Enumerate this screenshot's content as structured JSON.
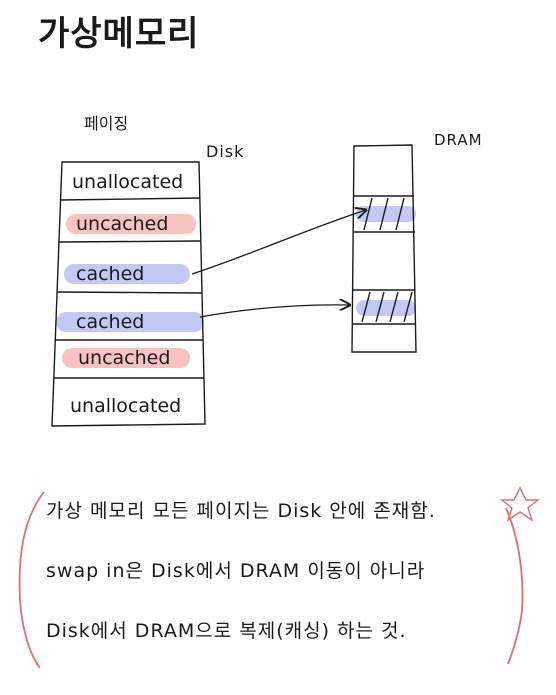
{
  "title": "가상메모리",
  "paging_label": "페이징",
  "disk": {
    "label": "Disk",
    "pages": [
      {
        "text": "unallocated",
        "highlight": "none"
      },
      {
        "text": "uncached",
        "highlight": "red"
      },
      {
        "text": "cached",
        "highlight": "blue"
      },
      {
        "text": "cached",
        "highlight": "blue"
      },
      {
        "text": "uncached",
        "highlight": "red"
      },
      {
        "text": "unallocated",
        "highlight": "none"
      }
    ]
  },
  "dram": {
    "label": "DRAM"
  },
  "colors": {
    "ink": "#1a1a1a",
    "red_highlight": "#f5b8b5",
    "blue_highlight": "#b9bff2",
    "note_bracket": "#e2706c"
  },
  "note": {
    "lines": [
      "가상 메모리 모든 페이지는 Disk 안에 존재함.",
      "swap in은 Disk에서 DRAM 이동이 아니라",
      "Disk에서 DRAM으로 복제(캐싱) 하는 것."
    ]
  }
}
